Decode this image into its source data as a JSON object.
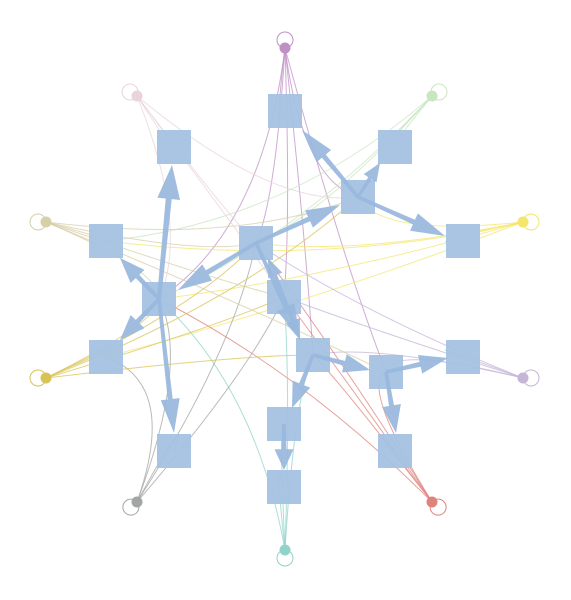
{
  "diagram": {
    "type": "flow-network",
    "colors": {
      "hub": "#a4c2e2",
      "flow_arrow": "#98b7dd",
      "background": "#ffffff"
    },
    "outer_nodes": [
      {
        "id": "n-top",
        "color": "#c08fc6"
      },
      {
        "id": "n-top-right",
        "color": "#c9e6c1"
      },
      {
        "id": "n-right",
        "color": "#f4e56b"
      },
      {
        "id": "n-bottom-right-violet",
        "color": "#c6b5d7"
      },
      {
        "id": "n-bottom-right-red",
        "color": "#de847d"
      },
      {
        "id": "n-bottom",
        "color": "#8fd3c9"
      },
      {
        "id": "n-bottom-left",
        "color": "#a1a6a3"
      },
      {
        "id": "n-left-yellow",
        "color": "#d8c356"
      },
      {
        "id": "n-left-khaki",
        "color": "#d6cfa8"
      },
      {
        "id": "n-top-left",
        "color": "#ead3da"
      }
    ],
    "hubs": [
      {
        "id": "h1"
      },
      {
        "id": "h2"
      },
      {
        "id": "h3"
      },
      {
        "id": "h4"
      },
      {
        "id": "h5"
      },
      {
        "id": "h6"
      },
      {
        "id": "h7"
      },
      {
        "id": "h8"
      },
      {
        "id": "h9"
      },
      {
        "id": "h10"
      },
      {
        "id": "h11"
      },
      {
        "id": "h12"
      },
      {
        "id": "h13"
      },
      {
        "id": "h14"
      },
      {
        "id": "h15"
      },
      {
        "id": "h16"
      },
      {
        "id": "h17"
      }
    ]
  }
}
